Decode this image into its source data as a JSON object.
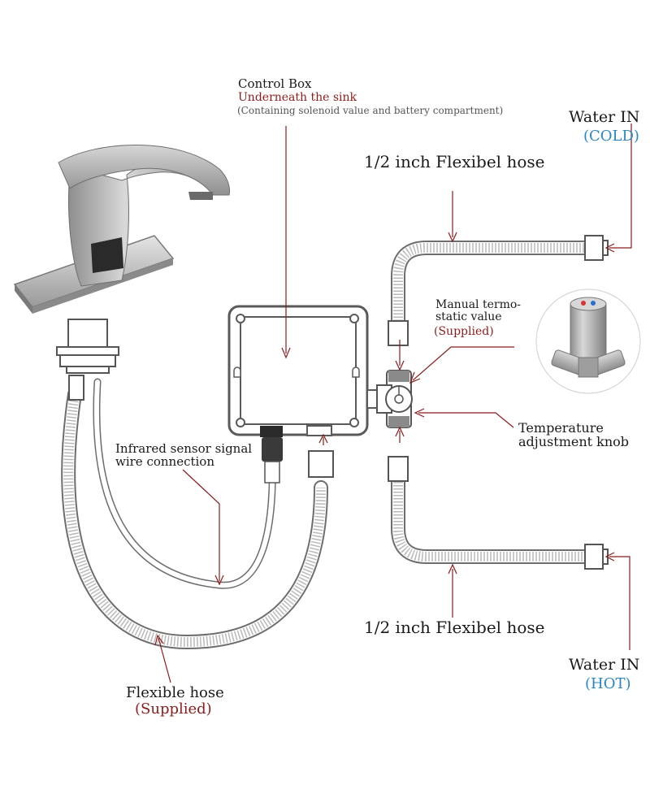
{
  "labels": {
    "control_box": "Control Box",
    "underneath": "Underneath the sink",
    "containing": "(Containing solenoid value and battery compartment)",
    "water_in_cold": "Water IN",
    "cold": "(COLD)",
    "hose_top": "1/2 inch Flexibel hose",
    "manual_line1": "Manual termo-",
    "manual_line2": "static value",
    "manual_supplied": "(Supplied)",
    "temp_line1": "Temperature",
    "temp_line2": "adjustment knob",
    "infrared_line1": "Infrared sensor signal",
    "infrared_line2": "wire connection",
    "hose_bottom": "1/2 inch Flexibel hose",
    "water_in_hot": "Water IN",
    "hot": "(HOT)",
    "flexible": "Flexible hose",
    "flexible_supplied": "(Supplied)"
  },
  "colors": {
    "label": "#1a1a1a",
    "accent_red": "#8a1c1c",
    "accent_blue": "#2a86c0",
    "line_gray": "#6d6d6d",
    "faucet_metal": "#b0b0b0"
  }
}
